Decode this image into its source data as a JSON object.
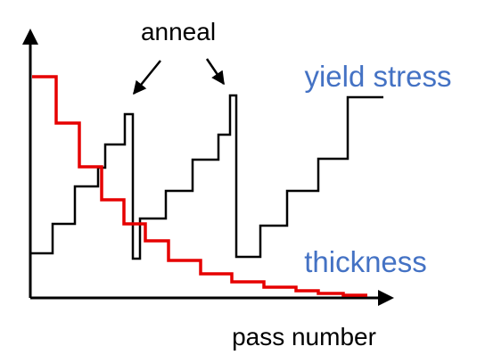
{
  "diagram": {
    "annotation": "anneal",
    "x_axis_label": "pass number",
    "yield_label": "yield stress",
    "thickness_label": "thickness",
    "colors": {
      "axes": "#000000",
      "yield_curve": "#000000",
      "thickness_curve": "#e60000",
      "label_blue": "#4472c4",
      "annotation": "#000000"
    }
  }
}
